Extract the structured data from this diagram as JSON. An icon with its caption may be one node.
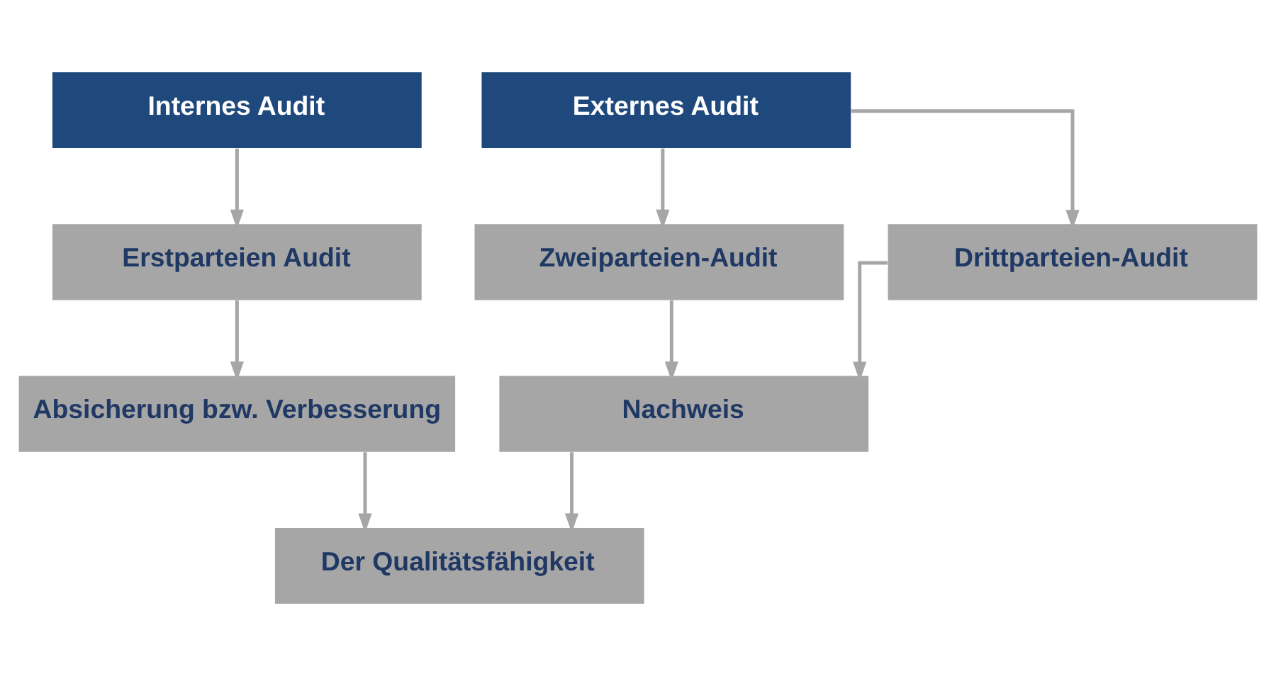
{
  "diagram": {
    "nodes": [
      {
        "text": [
          "Internes Audit"
        ]
      },
      {
        "text": [
          "Externes Audit"
        ]
      },
      {
        "text": [
          "Erstparteien Audit"
        ]
      },
      {
        "text": [
          "Zweiparteien-Audit"
        ]
      },
      {
        "text": [
          "Drittparteien-Audit"
        ]
      },
      {
        "text": [
          "Absicherung bzw. Verbesserung"
        ]
      },
      {
        "text": [
          "Nachweis"
        ]
      },
      {
        "text": [
          "Der Qualitätsfähigkeit"
        ]
      }
    ],
    "edges": [
      {
        "from": 0,
        "to": 2,
        "arrow": "to"
      },
      {
        "from": 1,
        "to": 3,
        "arrow": "to"
      },
      {
        "from": 1,
        "to": 4,
        "arrow": "to"
      },
      {
        "from": 2,
        "to": 5,
        "arrow": "to"
      },
      {
        "from": 3,
        "to": 6,
        "arrow": "to"
      },
      {
        "from": 4,
        "to": 6,
        "arrow": "to"
      },
      {
        "from": 5,
        "to": 7,
        "arrow": "to"
      },
      {
        "from": 6,
        "to": 7,
        "arrow": "to"
      }
    ]
  }
}
